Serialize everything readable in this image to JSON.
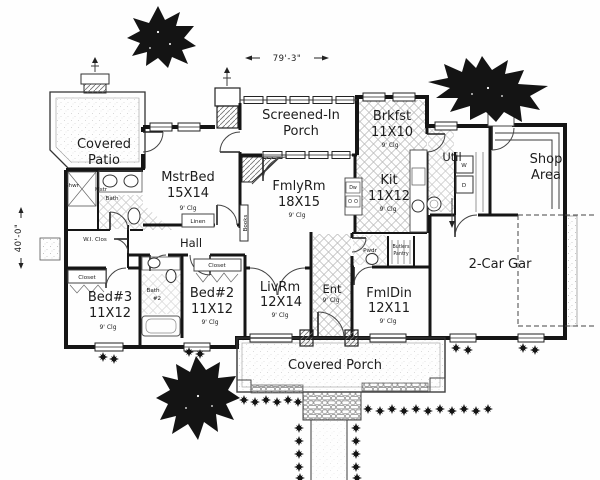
{
  "plan": {
    "dims": {
      "width": "79'-3\"",
      "height": "40'-0\""
    },
    "rooms": {
      "covered_patio": {
        "l1": "Covered",
        "l2": "Patio"
      },
      "mstr_bed": {
        "l1": "MstrBed",
        "l2": "15X14",
        "clg": "9' Clg"
      },
      "screened_porch": {
        "l1": "Screened-In",
        "l2": "Porch"
      },
      "brkfst": {
        "l1": "Brkfst",
        "l2": "11X10",
        "clg": "9' Clg"
      },
      "kit": {
        "l1": "Kit",
        "l2": "11X12",
        "clg": "9' Clg"
      },
      "util": {
        "l1": "Util"
      },
      "shop": {
        "l1": "Shop",
        "l2": "Area"
      },
      "fmly_rm": {
        "l1": "FmlyRm",
        "l2": "18X15",
        "clg": "9' Clg"
      },
      "hall": {
        "l1": "Hall"
      },
      "garage": {
        "l1": "2-Car Gar"
      },
      "bed3": {
        "l1": "Bed#3",
        "l2": "11X12",
        "clg": "9' Clg"
      },
      "bed2": {
        "l1": "Bed#2",
        "l2": "11X12",
        "clg": "9' Clg"
      },
      "liv_rm": {
        "l1": "LivRm",
        "l2": "12X14",
        "clg": "9' Clg"
      },
      "ent": {
        "l1": "Ent",
        "clg": "9' Clg"
      },
      "fml_din": {
        "l1": "FmlDin",
        "l2": "12X11",
        "clg": "9' Clg"
      },
      "covered_porch": {
        "l1": "Covered Porch"
      }
    },
    "labels": {
      "shwr": "Shwr",
      "mstr_bath_1": "Mstr",
      "mstr_bath_2": "Bath",
      "wi_clos": "W.I. Clos",
      "linen": "Linen",
      "closet_bed3": "Closet",
      "closet_bed2": "Closet",
      "bath2_1": "Bath",
      "bath2_2": "#2",
      "books": "Books",
      "pwdr": "Pwdr",
      "pantry_1": "Butlers",
      "pantry_2": "Pantry",
      "washer": "W",
      "dryer": "D",
      "dishwasher": "Dw"
    }
  }
}
